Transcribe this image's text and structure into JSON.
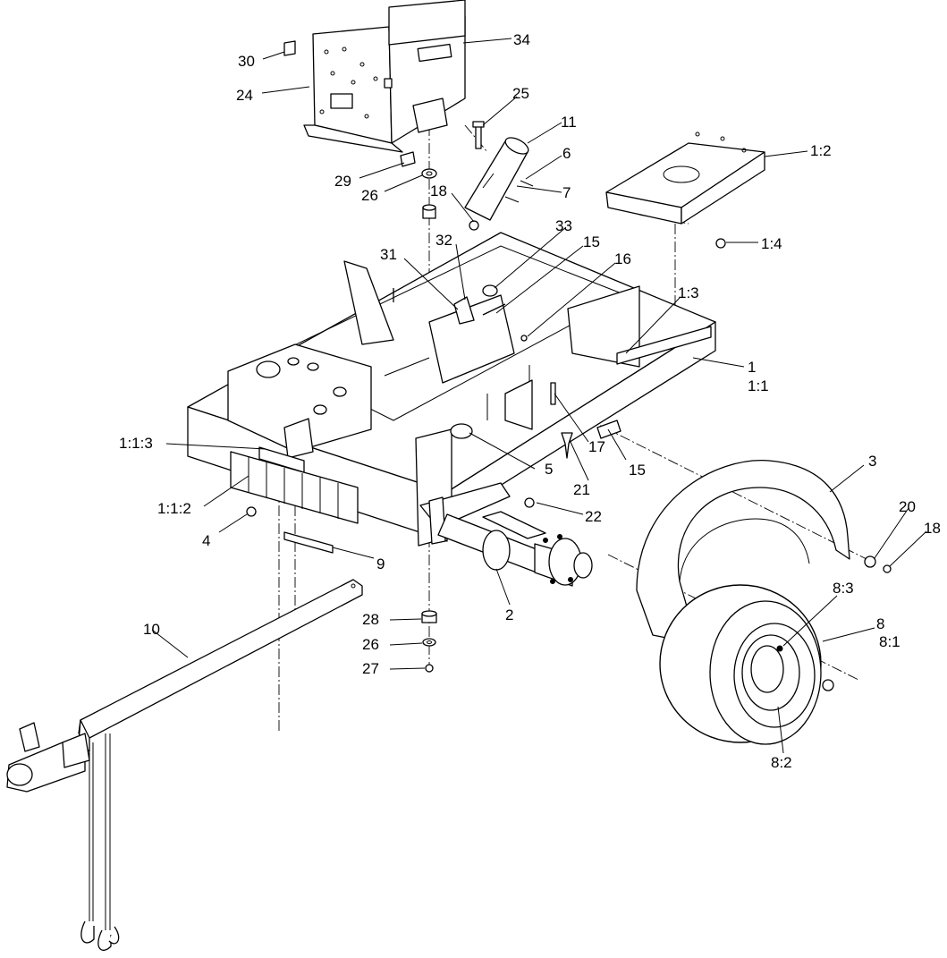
{
  "diagram": {
    "callouts": [
      {
        "id": "c30",
        "text": "30"
      },
      {
        "id": "c34",
        "text": "34"
      },
      {
        "id": "c24",
        "text": "24"
      },
      {
        "id": "c25",
        "text": "25"
      },
      {
        "id": "c11",
        "text": "11"
      },
      {
        "id": "c6",
        "text": "6"
      },
      {
        "id": "c7",
        "text": "7"
      },
      {
        "id": "c29",
        "text": "29"
      },
      {
        "id": "c26a",
        "text": "26"
      },
      {
        "id": "c18a",
        "text": "18"
      },
      {
        "id": "c1_2",
        "text": "1:2"
      },
      {
        "id": "c1_4",
        "text": "1:4"
      },
      {
        "id": "c32",
        "text": "32"
      },
      {
        "id": "c33",
        "text": "33"
      },
      {
        "id": "c15a",
        "text": "15"
      },
      {
        "id": "c31",
        "text": "31"
      },
      {
        "id": "c16",
        "text": "16"
      },
      {
        "id": "c1_3",
        "text": "1:3"
      },
      {
        "id": "c1",
        "text": "1"
      },
      {
        "id": "c1_1",
        "text": "1:1"
      },
      {
        "id": "c1_1_3",
        "text": "1:1:3"
      },
      {
        "id": "c17",
        "text": "17"
      },
      {
        "id": "c5",
        "text": "5"
      },
      {
        "id": "c15b",
        "text": "15"
      },
      {
        "id": "c21",
        "text": "21"
      },
      {
        "id": "c3",
        "text": "3"
      },
      {
        "id": "c1_1_2",
        "text": "1:1:2"
      },
      {
        "id": "c22",
        "text": "22"
      },
      {
        "id": "c20",
        "text": "20"
      },
      {
        "id": "c18b",
        "text": "18"
      },
      {
        "id": "c4",
        "text": "4"
      },
      {
        "id": "c9",
        "text": "9"
      },
      {
        "id": "c2",
        "text": "2"
      },
      {
        "id": "c8_3",
        "text": "8:3"
      },
      {
        "id": "c8",
        "text": "8"
      },
      {
        "id": "c8_1",
        "text": "8:1"
      },
      {
        "id": "c10",
        "text": "10"
      },
      {
        "id": "c28",
        "text": "28"
      },
      {
        "id": "c26b",
        "text": "26"
      },
      {
        "id": "c27",
        "text": "27"
      },
      {
        "id": "c8_2",
        "text": "8:2"
      }
    ]
  }
}
